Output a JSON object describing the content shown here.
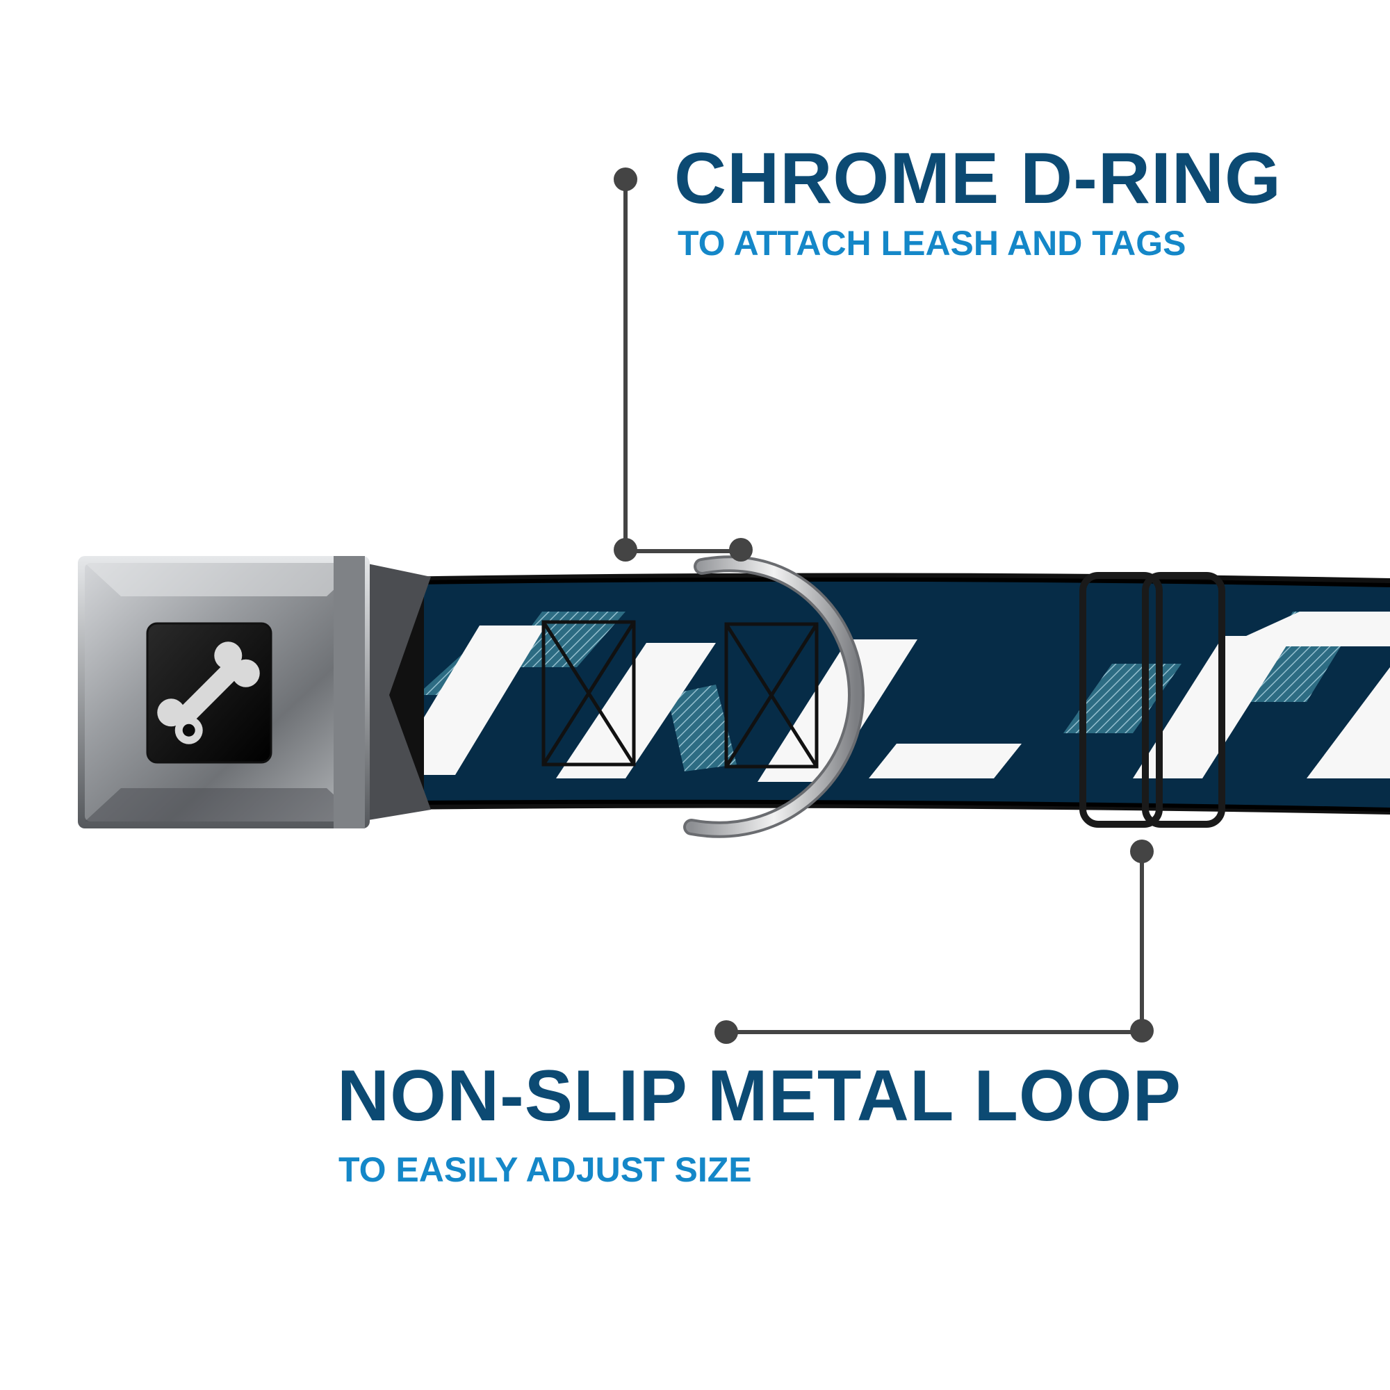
{
  "callouts": {
    "d_ring": {
      "title": "CHROME D-RING",
      "subtitle": "TO ATTACH LEASH AND TAGS"
    },
    "metal_loop": {
      "title": "NON-SLIP METAL LOOP",
      "subtitle": "TO EASILY ADJUST SIZE"
    }
  },
  "colors": {
    "title": "#0c4a73",
    "subtitle": "#1487c8",
    "leader_line": "#444444",
    "strap_navy": "#062c47",
    "strap_white": "#f7f7f7",
    "strap_teal": "#2f6f86",
    "buckle_chrome": "#9da0a4",
    "buckle_emblem_bg": "#0b0b0b",
    "bone": "#d9d9d9"
  },
  "icons": {
    "buckle_emblem": "dog-bone-icon",
    "leader_dot": "dot-icon"
  }
}
